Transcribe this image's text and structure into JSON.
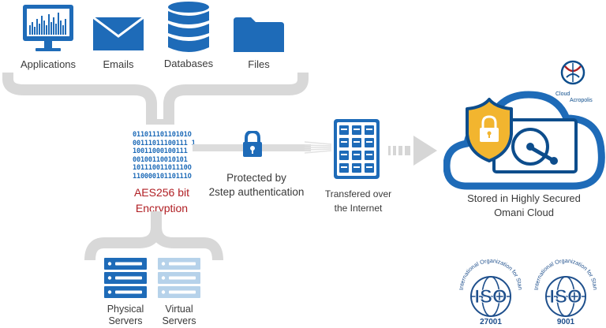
{
  "top_sources": [
    {
      "label": "Applications",
      "icon": "monitor-chart-icon"
    },
    {
      "label": "Emails",
      "icon": "envelope-icon"
    },
    {
      "label": "Databases",
      "icon": "database-icon"
    },
    {
      "label": "Files",
      "icon": "folder-icon"
    }
  ],
  "encryption": {
    "binary_lines": [
      "01101110110101O",
      "00111011100111 1",
      "10011000100111",
      "00100110010101",
      "10111001101110O",
      "11000010110111O"
    ],
    "label_line1": "AES256 bit",
    "label_line2": "Encryption"
  },
  "protection": {
    "line1": "Protected by",
    "line2": "2step authentication",
    "icon": "lock-icon"
  },
  "transfer": {
    "line1": "Transfered over",
    "line2": "the Internet",
    "icon": "server-cabinet-icon"
  },
  "cloud": {
    "line1": "Stored in Highly Secured",
    "line2": "Omani Cloud",
    "icon": "cloud-shield-icon"
  },
  "brand": {
    "name_line1": "Cloud",
    "name_line2": "Acropolis"
  },
  "servers": [
    {
      "line1": "Physical",
      "line2": "Servers",
      "icon": "physical-server-icon"
    },
    {
      "line1": "Virtual",
      "line2": "Servers",
      "icon": "virtual-server-icon"
    }
  ],
  "certifications": [
    {
      "arc_text": "International Organization for Standardization",
      "mark": "ISO",
      "number": "27001"
    },
    {
      "arc_text": "International Organization for Standardization",
      "mark": "ISO",
      "number": "9001"
    }
  ],
  "colors": {
    "blue": "#1e6bb8",
    "dark_blue": "#0d4d8c",
    "gray": "#d8d8d8",
    "red": "#b01e23",
    "gold": "#f2b52f"
  }
}
